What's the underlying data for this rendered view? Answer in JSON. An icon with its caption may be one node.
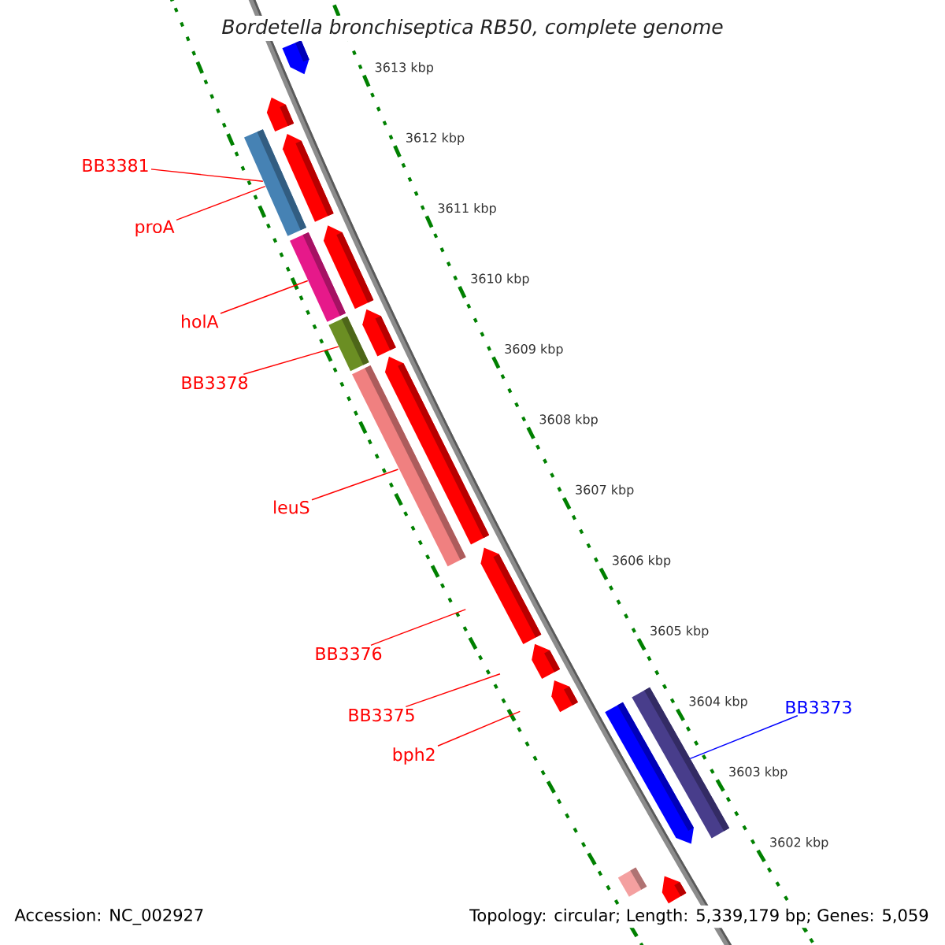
{
  "diagram": {
    "title": "Bordetella bronchiseptica RB50, complete genome",
    "nodes": [
      {
        "text": [
          "BB3381"
        ]
      },
      {
        "text": [
          "proA"
        ]
      },
      {
        "text": [
          "holA"
        ]
      },
      {
        "text": [
          "BB3378"
        ]
      },
      {
        "text": [
          "leuS"
        ]
      },
      {
        "text": [
          "BB3376"
        ]
      },
      {
        "text": [
          "BB3375"
        ]
      },
      {
        "text": [
          "bph2"
        ]
      },
      {
        "text": [
          "BB3373"
        ]
      },
      {
        "text": [],
        "shape": "arrow"
      },
      {
        "text": [],
        "shape": "arrow"
      },
      {
        "text": [],
        "shape": "box"
      },
      {
        "text": [],
        "shape": "arrow"
      },
      {
        "text": [],
        "shape": "box"
      },
      {
        "text": [],
        "shape": "arrow"
      },
      {
        "text": [],
        "shape": "box"
      },
      {
        "text": [],
        "shape": "arrow"
      },
      {
        "text": [],
        "shape": "box"
      },
      {
        "text": [],
        "shape": "arrow"
      },
      {
        "text": [],
        "shape": "arrow"
      },
      {
        "text": [],
        "shape": "arrow"
      },
      {
        "text": [],
        "shape": "arrow"
      },
      {
        "text": [],
        "shape": "arrow"
      },
      {
        "text": [],
        "shape": "box"
      },
      {
        "text": [],
        "shape": "arrow"
      },
      {
        "text": [],
        "shape": "box"
      }
    ],
    "edges": [
      {
        "from": 0,
        "to": 11,
        "arrow": "none"
      },
      {
        "from": 1,
        "to": 11,
        "arrow": "none"
      },
      {
        "from": 2,
        "to": 13,
        "arrow": "none"
      },
      {
        "from": 3,
        "to": 15,
        "arrow": "none"
      },
      {
        "from": 4,
        "to": 17,
        "arrow": "none"
      },
      {
        "from": 5,
        "to": 19,
        "arrow": "none"
      },
      {
        "from": 6,
        "to": 20,
        "arrow": "none"
      },
      {
        "from": 7,
        "to": 21,
        "arrow": "none"
      },
      {
        "from": 8,
        "to": 23,
        "arrow": "none",
        "color": "#0000ff"
      }
    ],
    "labels": [
      "3613 kbp",
      "3612 kbp",
      "3611 kbp",
      "3610 kbp",
      "3609 kbp",
      "3608 kbp",
      "3607 kbp",
      "3606 kbp",
      "3605 kbp",
      "3604 kbp",
      "3603 kbp",
      "3602 kbp",
      "Accession: NC_002927",
      "Topology: circular; Length: 5,339,179 bp; Genes: 5,059"
    ]
  }
}
